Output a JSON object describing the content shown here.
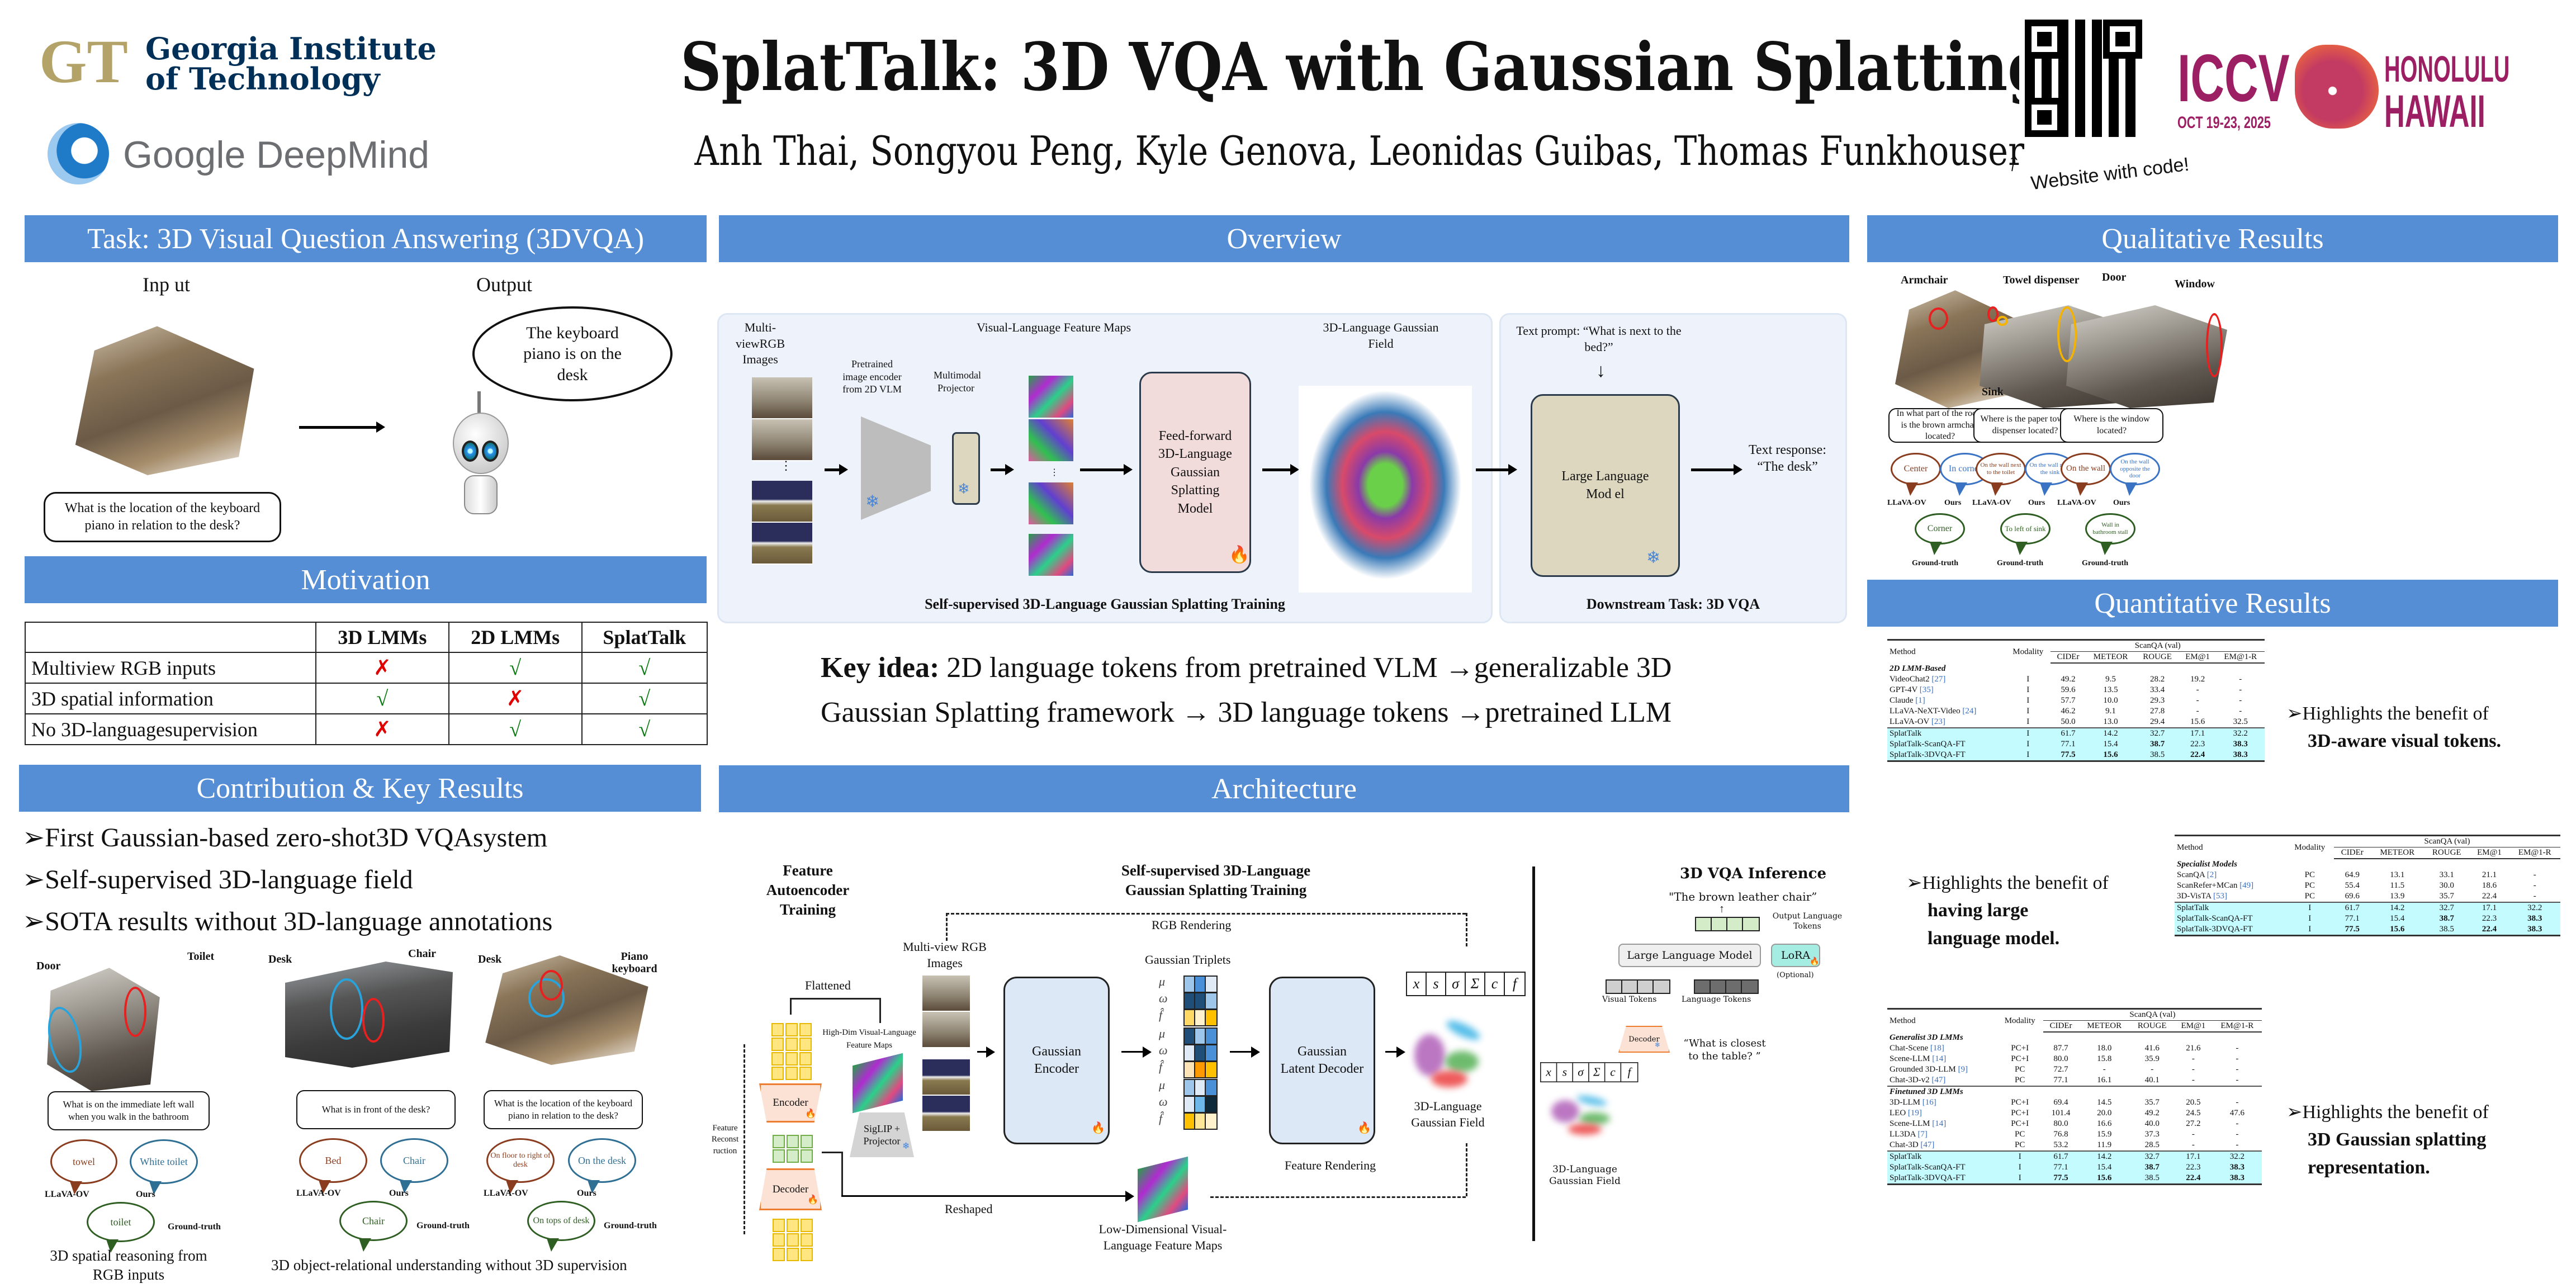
{
  "header": {
    "title": "SplatTalk: 3D VQA with Gaussian Splatting",
    "authors": "Anh Thai, Songyou Peng, Kyle Genova, Leonidas Guibas, Thomas Funkhouser",
    "logos": {
      "gatech_mark": "GT",
      "gatech_line1": "Georgia Institute",
      "gatech_line2": "of Technology",
      "deepmind": "Google DeepMind",
      "iccv": "ICCV",
      "iccv_dates": "OCT 19-23, 2025",
      "iccv_city1": "HONOLULU",
      "iccv_city2": "HAWAII"
    },
    "qr_caption": "Website with code!"
  },
  "colors": {
    "section_header": "#558ed5",
    "highlight_row": "#c4fbff",
    "cross": "#e00000",
    "check": "#0a7a10"
  },
  "task": {
    "heading": "Task: 3D Visual Question Answering (3DVQA)",
    "input_label": "Inp ut",
    "output_label": "Output",
    "question": "What is the location of the keyboard piano in relation to the desk?",
    "answer": "The keyboard piano is on the desk"
  },
  "motivation": {
    "heading": "Motivation",
    "columns": [
      "",
      "3D LMMs",
      "2D LMMs",
      "SplatTalk"
    ],
    "rows": [
      {
        "label": "Multiview RGB inputs",
        "marks": [
          "✗",
          "√",
          "√"
        ]
      },
      {
        "label": "3D spatial information",
        "marks": [
          "√",
          "✗",
          "√"
        ]
      },
      {
        "label": "No 3D-languagesupervision",
        "marks": [
          "✗",
          "√",
          "√"
        ]
      }
    ]
  },
  "contribution": {
    "heading": "Contribution & Key Results",
    "bullets": [
      "First Gaussian-based zero-shot3D VQAsystem",
      "Self-supervised 3D-language field",
      "SOTA results without 3D-language annotations"
    ],
    "examples": [
      {
        "labels": [
          "Door",
          "Toilet"
        ],
        "question": "What is on the immediate left wall when you walk in the bathroom",
        "llava": "towel",
        "ours": "White toilet",
        "gt": "toilet"
      },
      {
        "labels": [
          "Desk",
          "Chair"
        ],
        "question": "What is in front of the desk?",
        "llava": "Bed",
        "ours": "Chair",
        "gt": "Chair"
      },
      {
        "labels": [
          "Desk",
          "Piano keyboard"
        ],
        "question": "What is the location of the keyboard piano in relation to the desk?",
        "llava": "On floor to right of desk",
        "ours": "On the desk",
        "gt": "On tops of desk"
      }
    ],
    "who": {
      "llava": "LLaVA-OV",
      "ours": "Ours",
      "gt": "Ground-truth"
    },
    "caption_left": "3D spatial reasoning from RGB inputs",
    "caption_right": "3D object-relational understanding without 3D supervision"
  },
  "overview": {
    "heading": "Overview",
    "multiview_label": "Multi-viewRGB Images",
    "encoder_label": "Pretrained image encoder from 2D VLM",
    "projector_label": "Multimodal Projector",
    "feature_maps_label": "Visual-Language Feature Maps",
    "ff_model_label": "Feed-forward 3D-Language Gaussian Splatting Model",
    "field_label": "3D-Language Gaussian Field",
    "training_caption": "Self-supervised 3D-Language Gaussian Splatting Training",
    "text_prompt": "Text prompt: “What is next to the bed?”",
    "llm_label": "Large Language Mod el",
    "text_response": "Text response: “The desk”",
    "downstream_caption": "Downstream Task: 3D VQA",
    "key_idea_bold": "Key idea:",
    "key_idea_line1": "2D language tokens from pretrained VLM →generalizable 3D",
    "key_idea_line2": "Gaussian Splatting framework → 3D language tokens →pretrained LLM"
  },
  "architecture": {
    "heading": "Architecture",
    "autoencoder_title": "Feature Autoencoder Training",
    "gs_title": "Self-supervised 3D-Language Gaussian Splatting Training",
    "rgb_rendering": "RGB Rendering",
    "multiview": "Multi-view RGB Images",
    "gaussian_triplets": "Gaussian Triplets",
    "flattened": "Flattened",
    "highdim": "High-Dim Visual-Language Feature Maps",
    "encoder": "Encoder",
    "decoder": "Decoder",
    "sigl": "SigLIP + Projector",
    "feature_recon": "Feature Reconst ruction",
    "gaussian_encoder": "Gaussian Encoder",
    "latent_decoder": "Gaussian Latent Decoder",
    "field": "3D-Language Gaussian Field",
    "feature_rendering": "Feature Rendering",
    "reshaped": "Reshaped",
    "lowdim": "Low-Dimensional Visual-Language Feature Maps",
    "triplet_symbols": [
      "μ",
      "ω",
      "f̂"
    ],
    "vec_symbols": [
      "x",
      "s",
      "σ",
      "Σ",
      "c",
      "f"
    ],
    "inference_title": "3D VQA Inference",
    "inference_answer": "\"The brown leather chair”",
    "output_tokens": "Output Language Tokens",
    "llm": "Large Language Model",
    "lora": "LoRA",
    "optional": "(Optional)",
    "visual_tokens": "Visual Tokens",
    "language_tokens": "Language Tokens",
    "inference_decoder": "Decoder",
    "inference_question": "“What is closest to the table? ”",
    "inference_field": "3D-Language Gaussian Field"
  },
  "qualitative": {
    "heading": "Qualitative Results",
    "examples": [
      {
        "labels": [
          "Armchair"
        ],
        "question": "In what part of the room is the brown armchair located?",
        "llava": "Center",
        "ours": "In corner",
        "gt": "Corner"
      },
      {
        "labels": [
          "Towel dispenser",
          "Sink"
        ],
        "question": "Where is the paper towel dispenser located?",
        "llava": "On the wall next to the toilet",
        "ours": "On the wall near the sink",
        "gt": "To left of sink"
      },
      {
        "labels": [
          "Door",
          "Window"
        ],
        "question": "Where is the window located?",
        "llava": "On the wall",
        "ours": "On the wall opposite the door",
        "gt": "Wall in bathroom stall"
      }
    ],
    "who": {
      "llava": "LLaVA-OV",
      "ours": "Ours",
      "gt": "Ground-truth"
    }
  },
  "quantitative": {
    "heading": "Quantitative Results",
    "header": {
      "method": "Method",
      "modality": "Modality",
      "dataset": "ScanQA (val)",
      "metrics": [
        "CIDEr",
        "METEOR",
        "ROUGE",
        "EM@1",
        "EM@1-R"
      ]
    },
    "splattalk_rows": [
      {
        "method": "SplatTalk",
        "mod": "I",
        "vals": [
          "61.7",
          "14.2",
          "32.7",
          "17.1",
          "32.2"
        ],
        "bold": [
          false,
          false,
          false,
          false,
          false
        ]
      },
      {
        "method": "SplatTalk-ScanQA-FT",
        "mod": "I",
        "vals": [
          "77.1",
          "15.4",
          "38.7",
          "22.3",
          "38.3"
        ],
        "bold": [
          false,
          false,
          true,
          false,
          true
        ]
      },
      {
        "method": "SplatTalk-3DVQA-FT",
        "mod": "I",
        "vals": [
          "77.5",
          "15.6",
          "38.5",
          "22.4",
          "38.3"
        ],
        "bold": [
          true,
          true,
          false,
          true,
          true
        ]
      }
    ],
    "table1": {
      "groups": [
        {
          "name": "2D LMM-Based",
          "rows": [
            {
              "method": "VideoChat2",
              "ref": "[27]",
              "mod": "I",
              "vals": [
                "49.2",
                "9.5",
                "28.2",
                "19.2",
                "-"
              ]
            },
            {
              "method": "GPT-4V",
              "ref": "[35]",
              "mod": "I",
              "vals": [
                "59.6",
                "13.5",
                "33.4",
                "-",
                "-"
              ]
            },
            {
              "method": "Claude",
              "ref": "[1]",
              "mod": "I",
              "vals": [
                "57.7",
                "10.0",
                "29.3",
                "-",
                "-"
              ]
            },
            {
              "method": "LLaVA-NeXT-Video",
              "ref": "[24]",
              "mod": "I",
              "vals": [
                "46.2",
                "9.1",
                "27.8",
                "-",
                "-"
              ]
            },
            {
              "method": "LLaVA-OV",
              "ref": "[23]",
              "mod": "I",
              "vals": [
                "50.0",
                "13.0",
                "29.4",
                "15.6",
                "32.5"
              ]
            }
          ]
        }
      ],
      "note_prefix": "Highlights the benefit of",
      "note_bold": "3D-aware visual tokens."
    },
    "table2": {
      "groups": [
        {
          "name": "Specialist Models",
          "rows": [
            {
              "method": "ScanQA",
              "ref": "[2]",
              "mod": "PC",
              "vals": [
                "64.9",
                "13.1",
                "33.1",
                "21.1",
                "-"
              ]
            },
            {
              "method": "ScanRefer+MCan",
              "ref": "[49]",
              "mod": "PC",
              "vals": [
                "55.4",
                "11.5",
                "30.0",
                "18.6",
                "-"
              ]
            },
            {
              "method": "3D-VisTA",
              "ref": "[53]",
              "mod": "PC",
              "vals": [
                "69.6",
                "13.9",
                "35.7",
                "22.4",
                "-"
              ]
            }
          ]
        }
      ],
      "note_prefix": "Highlights the benefit of",
      "note_bold": "having large language model."
    },
    "table3": {
      "groups": [
        {
          "name": "Generalist 3D LMMs",
          "rows": [
            {
              "method": "Chat-Scene",
              "ref": "[18]",
              "mod": "PC+I",
              "vals": [
                "87.7",
                "18.0",
                "41.6",
                "21.6",
                "-"
              ]
            },
            {
              "method": "Scene-LLM",
              "ref": "[14]",
              "mod": "PC+I",
              "vals": [
                "80.0",
                "15.8",
                "35.9",
                "-",
                "-"
              ]
            },
            {
              "method": "Grounded 3D-LLM",
              "ref": "[9]",
              "mod": "PC",
              "vals": [
                "72.7",
                "-",
                "-",
                "-",
                "-"
              ]
            },
            {
              "method": "Chat-3D-v2",
              "ref": "[47]",
              "mod": "PC",
              "vals": [
                "77.1",
                "16.1",
                "40.1",
                "-",
                "-"
              ]
            }
          ]
        },
        {
          "name": "Finetuned 3D LMMs",
          "rows": [
            {
              "method": "3D-LLM",
              "ref": "[16]",
              "mod": "PC+I",
              "vals": [
                "69.4",
                "14.5",
                "35.7",
                "20.5",
                "-"
              ]
            },
            {
              "method": "LEO",
              "ref": "[19]",
              "mod": "PC+I",
              "vals": [
                "101.4",
                "20.0",
                "49.2",
                "24.5",
                "47.6"
              ]
            },
            {
              "method": "Scene-LLM",
              "ref": "[14]",
              "mod": "PC+I",
              "vals": [
                "80.0",
                "16.6",
                "40.0",
                "27.2",
                "-"
              ]
            },
            {
              "method": "LL3DA",
              "ref": "[7]",
              "mod": "PC",
              "vals": [
                "76.8",
                "15.9",
                "37.3",
                "-",
                "-"
              ]
            },
            {
              "method": "Chat-3D",
              "ref": "[47]",
              "mod": "PC",
              "vals": [
                "53.2",
                "11.9",
                "28.5",
                "-",
                "-"
              ]
            }
          ]
        }
      ],
      "note_prefix": "Highlights the benefit of",
      "note_bold": "3D Gaussian splatting representation."
    }
  }
}
